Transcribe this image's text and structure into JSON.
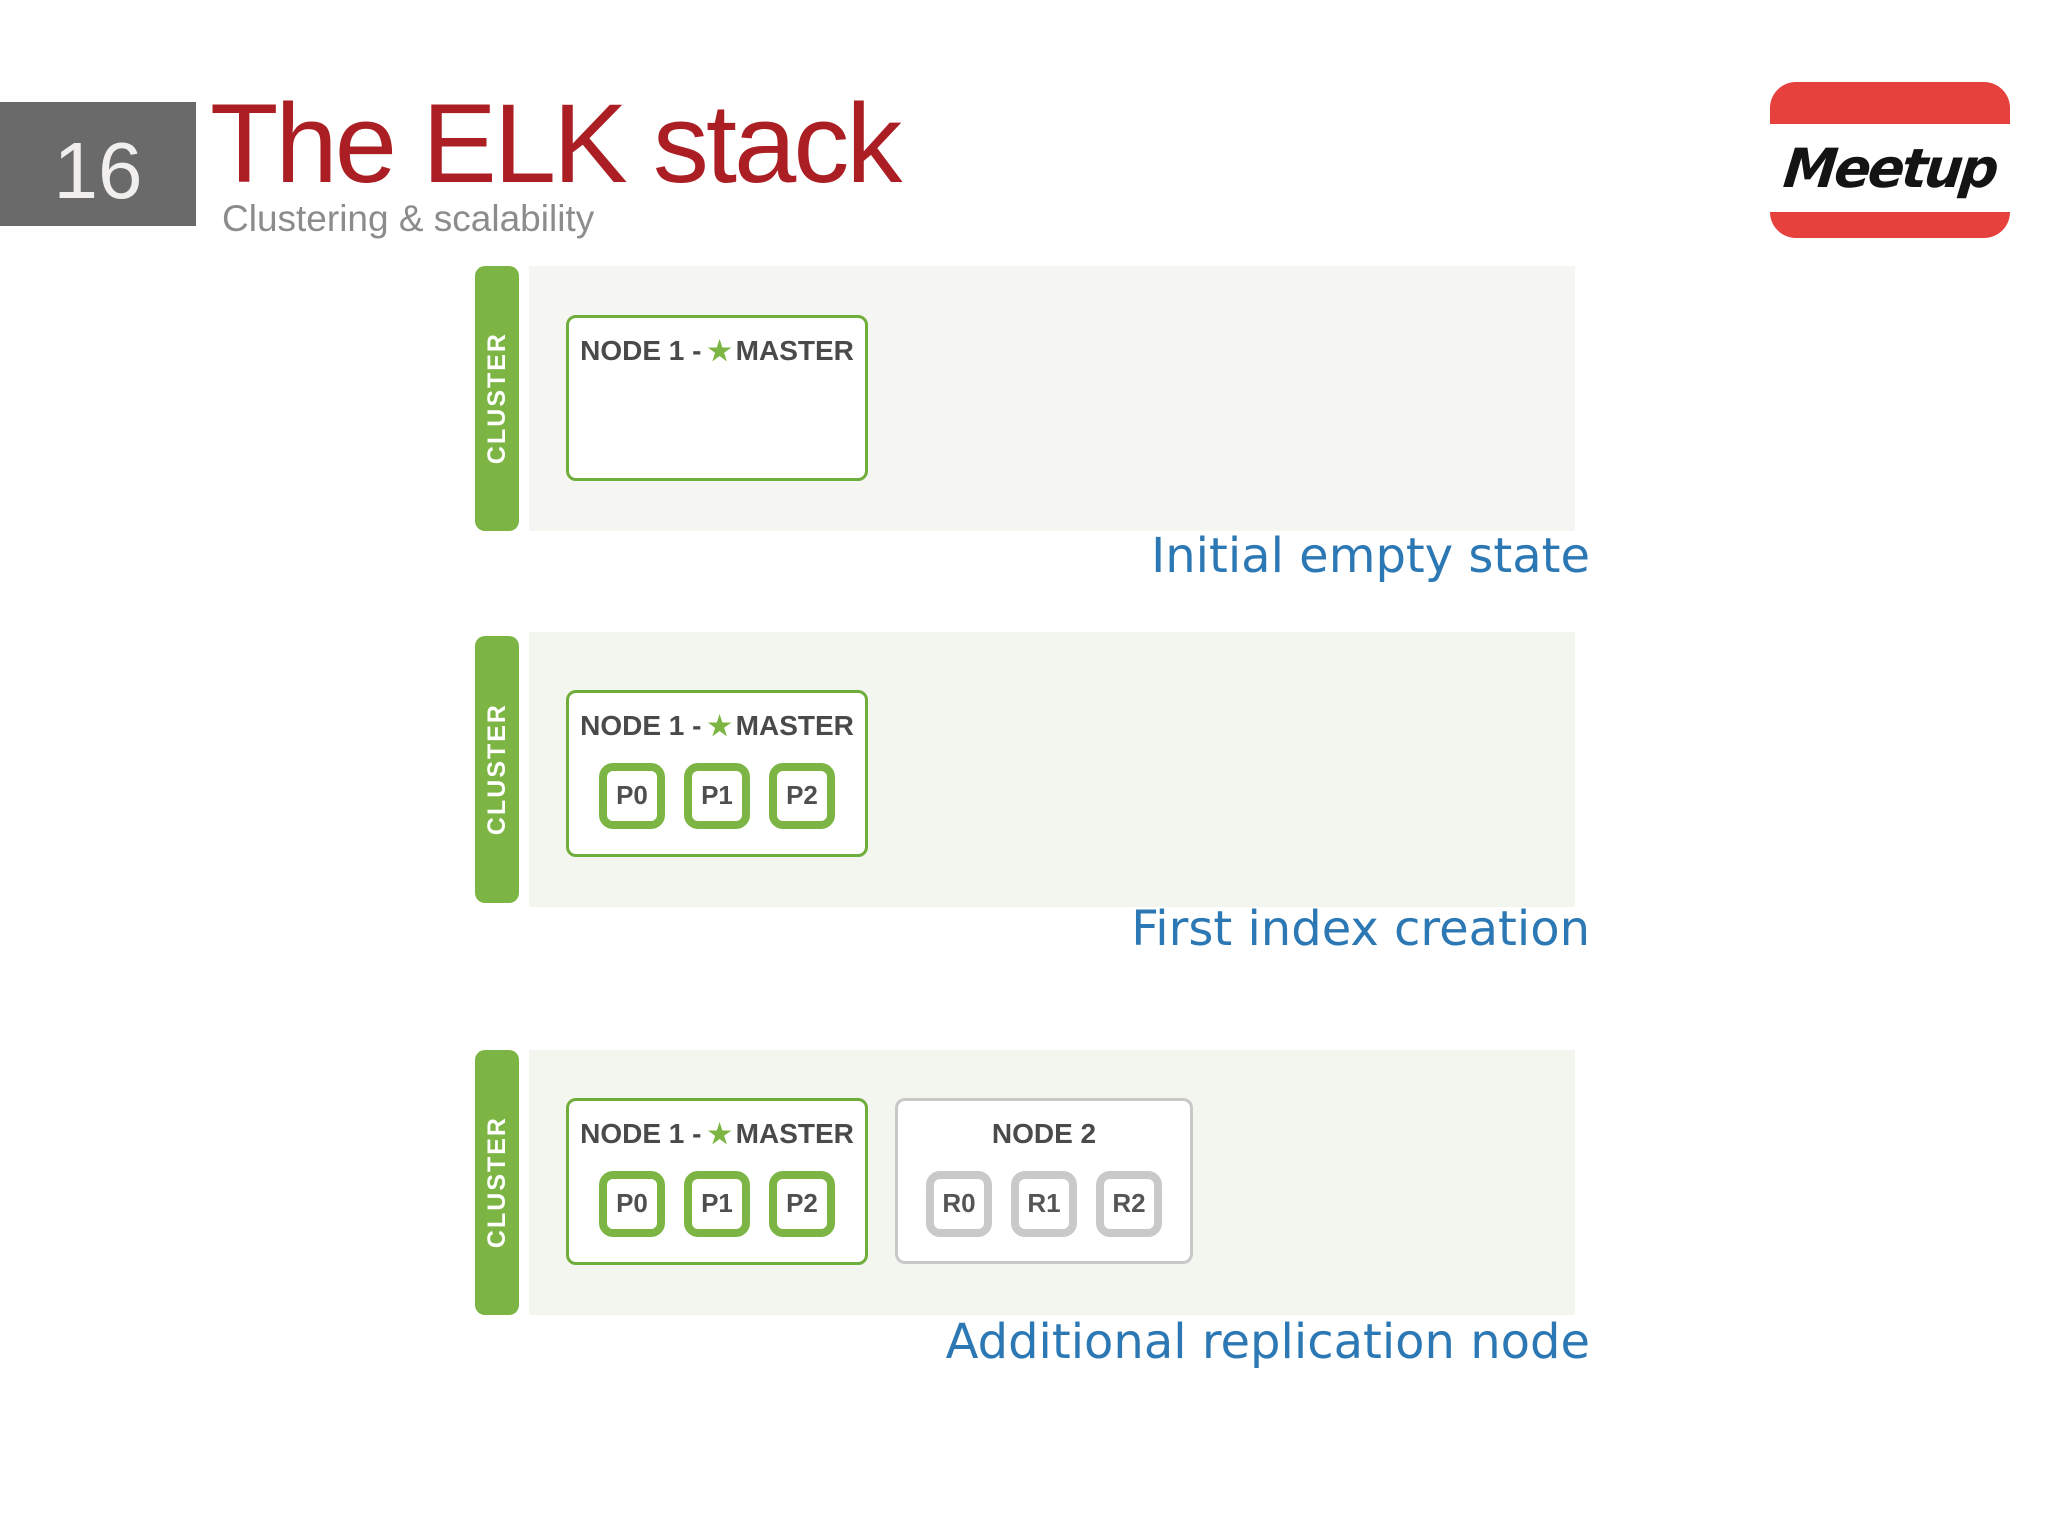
{
  "header": {
    "slide_number": "16",
    "title": "The ELK stack",
    "subtitle": "Clustering & scalability",
    "logo_text": "Meetup"
  },
  "colors": {
    "title_red": "#ab1e23",
    "accent_green": "#7cb544",
    "caption_blue": "#2c78b4",
    "meetup_red": "#e7413d",
    "number_box_gray": "#6a6a6a",
    "node_text_gray": "#4a4a4a"
  },
  "rows": [
    {
      "cluster_label": "CLUSTER",
      "caption": "Initial empty state",
      "nodes": [
        {
          "title_prefix": "NODE 1 -",
          "star": "★",
          "title_suffix": "MASTER",
          "shards": []
        }
      ]
    },
    {
      "cluster_label": "CLUSTER",
      "caption": "First index creation",
      "nodes": [
        {
          "title_prefix": "NODE 1 -",
          "star": "★",
          "title_suffix": "MASTER",
          "shards": [
            "P0",
            "P1",
            "P2"
          ]
        }
      ]
    },
    {
      "cluster_label": "CLUSTER",
      "caption": "Additional replication node",
      "nodes": [
        {
          "title_prefix": "NODE 1 -",
          "star": "★",
          "title_suffix": "MASTER",
          "shards": [
            "P0",
            "P1",
            "P2"
          ]
        },
        {
          "title": "NODE 2",
          "shards": [
            "R0",
            "R1",
            "R2"
          ]
        }
      ]
    }
  ]
}
